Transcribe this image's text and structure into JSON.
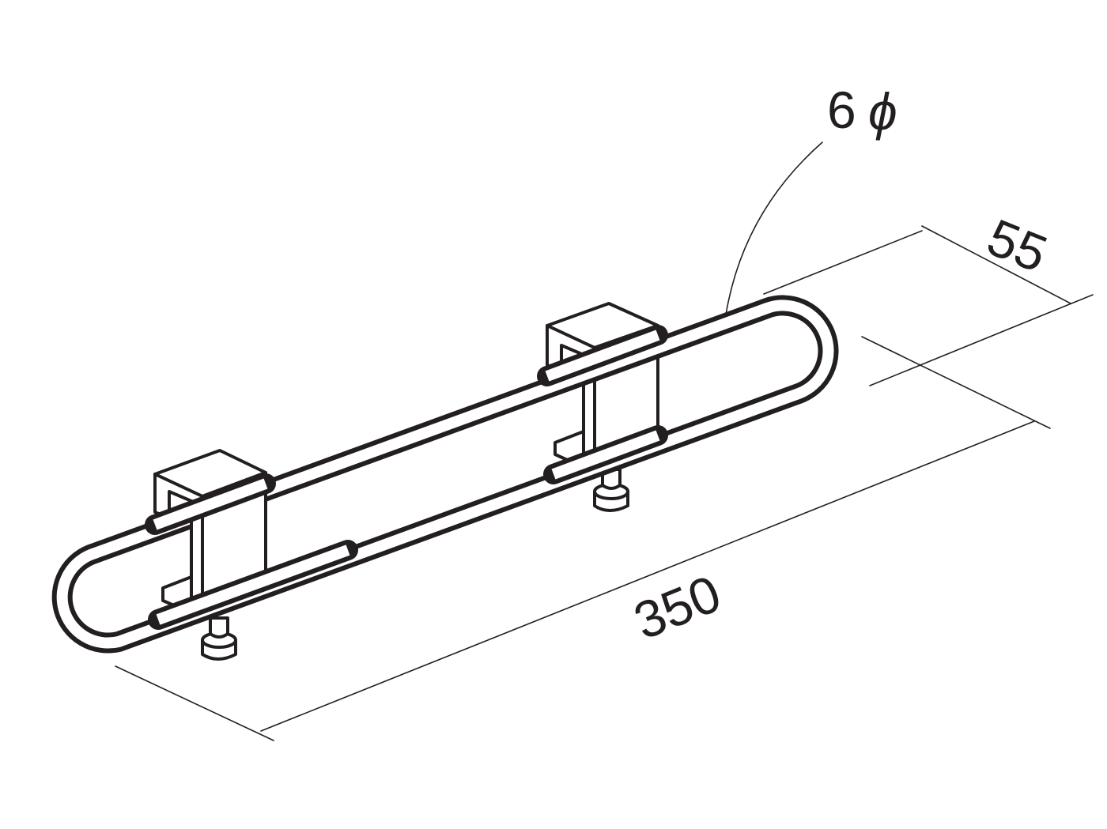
{
  "dimensions": {
    "diameter_label": "6",
    "diameter_symbol": "ϕ",
    "length_label": "350",
    "width_label": "55"
  },
  "colors": {
    "line": "#231f20",
    "background": "#ffffff"
  }
}
